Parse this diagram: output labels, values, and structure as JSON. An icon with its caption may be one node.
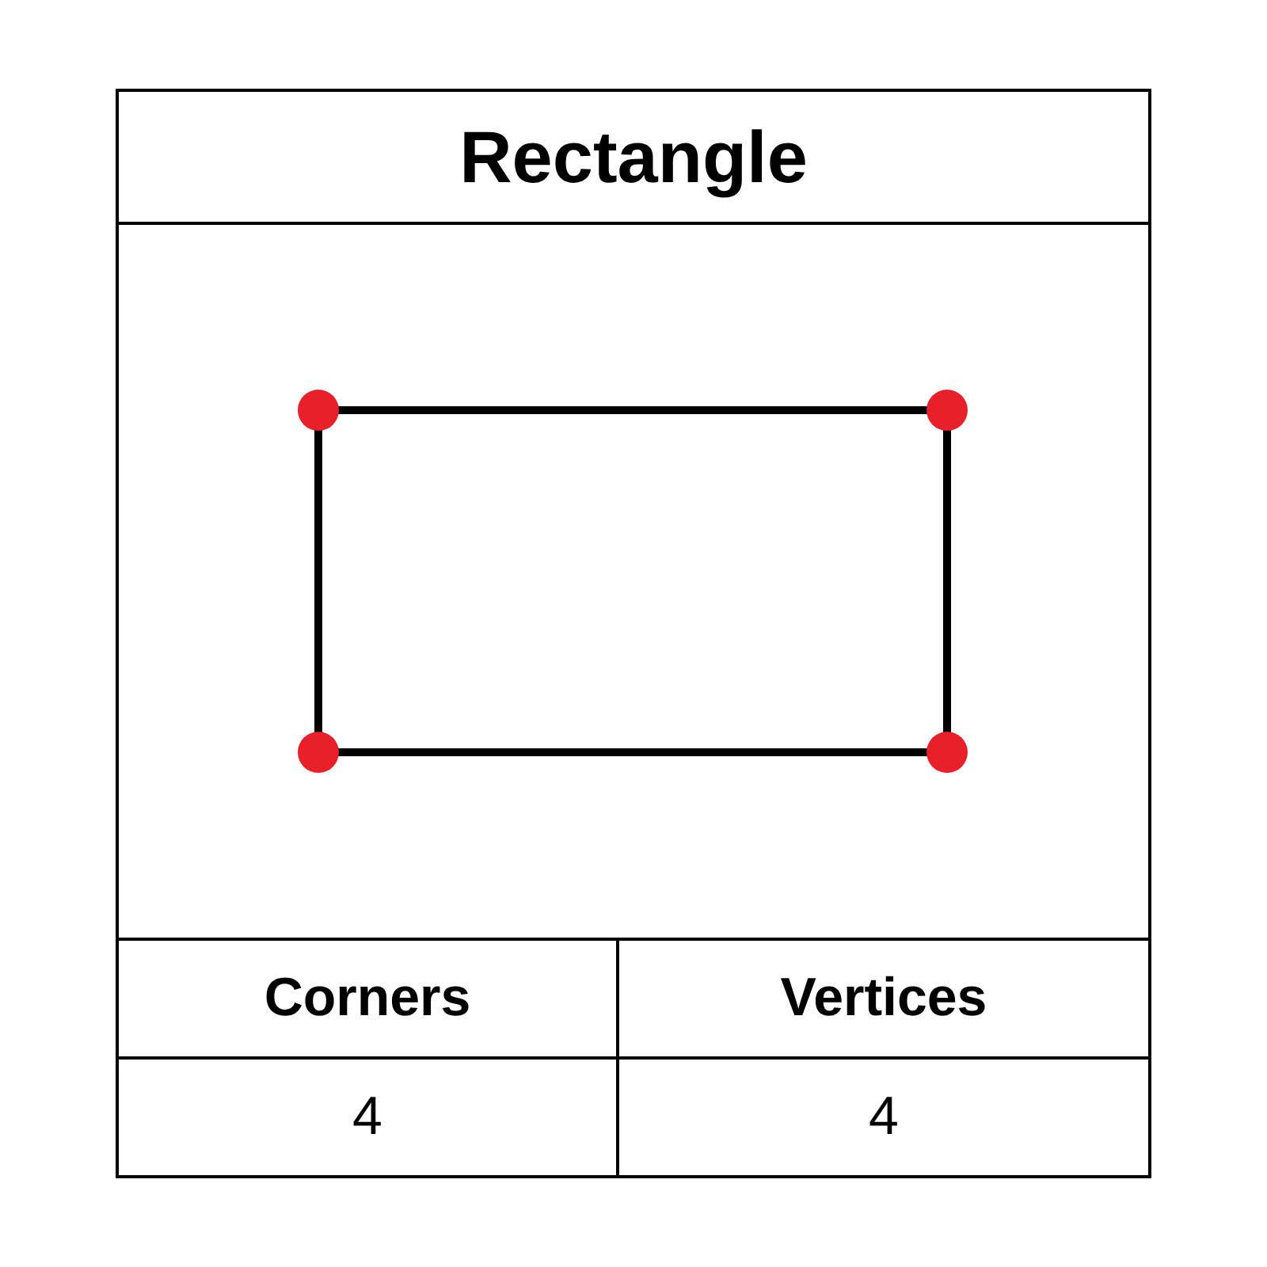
{
  "diagram": {
    "title": "Rectangle",
    "labels": [
      "Corners",
      "Vertices",
      "4",
      "4"
    ]
  }
}
